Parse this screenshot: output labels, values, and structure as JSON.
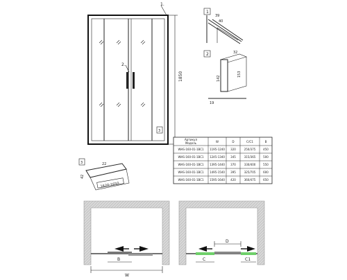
{
  "callouts": {
    "c1": "1.",
    "c2": "2.",
    "c3": "3"
  },
  "door": {
    "height_label": "1850"
  },
  "detail1": {
    "label": "1",
    "dim_a": "39",
    "dim_b": "40"
  },
  "detail2": {
    "label": "2",
    "dim_top": "32",
    "dim_left": "142",
    "dim_right": "153",
    "dim_bottom": "19"
  },
  "detail3": {
    "label": "3",
    "dim_top": "22",
    "dim_side": "42",
    "range": "1620-1650"
  },
  "table": {
    "headers": [
      "Артикул",
      "W",
      "D",
      "C/C1",
      "B"
    ],
    "subheader": "Модель",
    "rows": [
      [
        "WHS-160-01-1BC1",
        "1195-1240",
        "320",
        "250/375",
        "450"
      ],
      [
        "WHS-160-01-1BC1",
        "1245-1340",
        "345",
        "315/365",
        "500"
      ],
      [
        "WHS-160-01-1BC1",
        "1395-1440",
        "370",
        "330/400",
        "550"
      ],
      [
        "WHS-160-01-1BC1",
        "1495-1540",
        "395",
        "325/705",
        "600"
      ],
      [
        "WHS-160-01-1BC1",
        "1595-1640",
        "420",
        "360/475",
        "650"
      ]
    ]
  },
  "plan_left": {
    "label_b": "B",
    "label_w": "W"
  },
  "plan_right": {
    "label_d": "D",
    "label_c": "C",
    "label_c1": "C1"
  },
  "colors": {
    "accent_green": "#6fd06a",
    "wall_fill": "#cfcfcf",
    "line": "#222222"
  }
}
